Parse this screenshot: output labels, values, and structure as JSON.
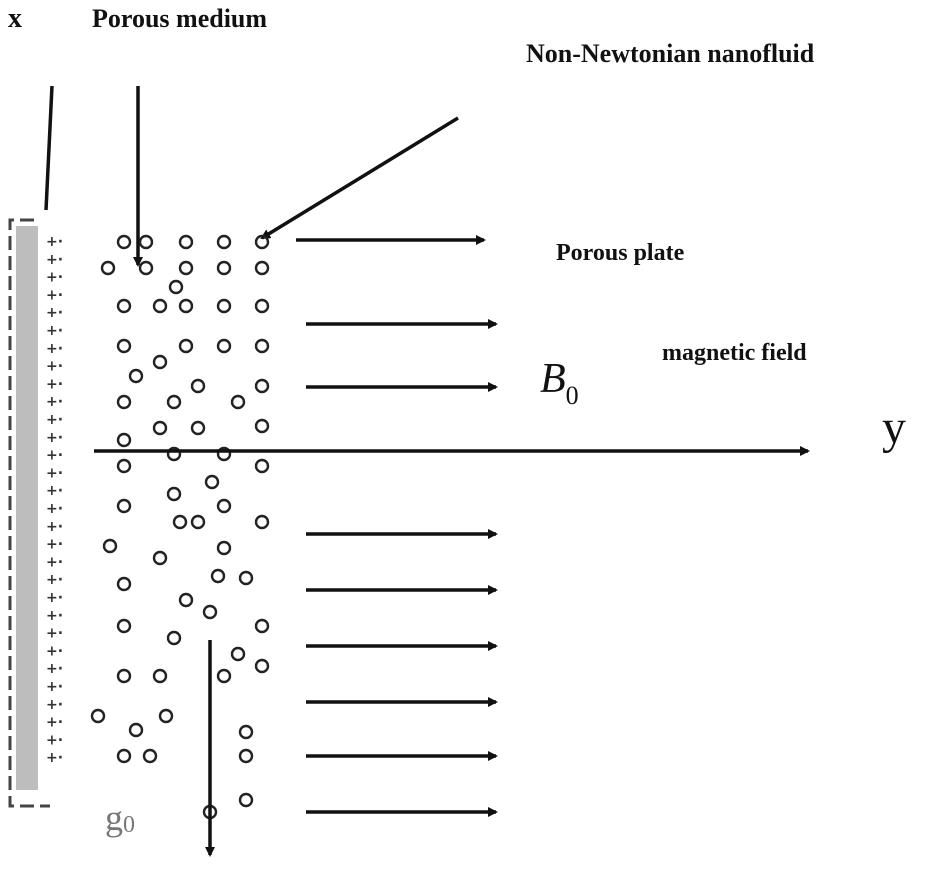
{
  "labels": {
    "x_axis": "x",
    "porous_medium": "Porous medium",
    "nanofluid": "Non-Newtonian nanofluid",
    "porous_plate": "Porous plate",
    "magnetic_field": "magnetic field",
    "b0_main": "B",
    "b0_sub": "0",
    "y_axis": "y",
    "g0_main": "g",
    "g0_sub": "0"
  },
  "colors": {
    "ink": "#111111",
    "plate": "#bdbdbd",
    "background": "#ffffff"
  }
}
